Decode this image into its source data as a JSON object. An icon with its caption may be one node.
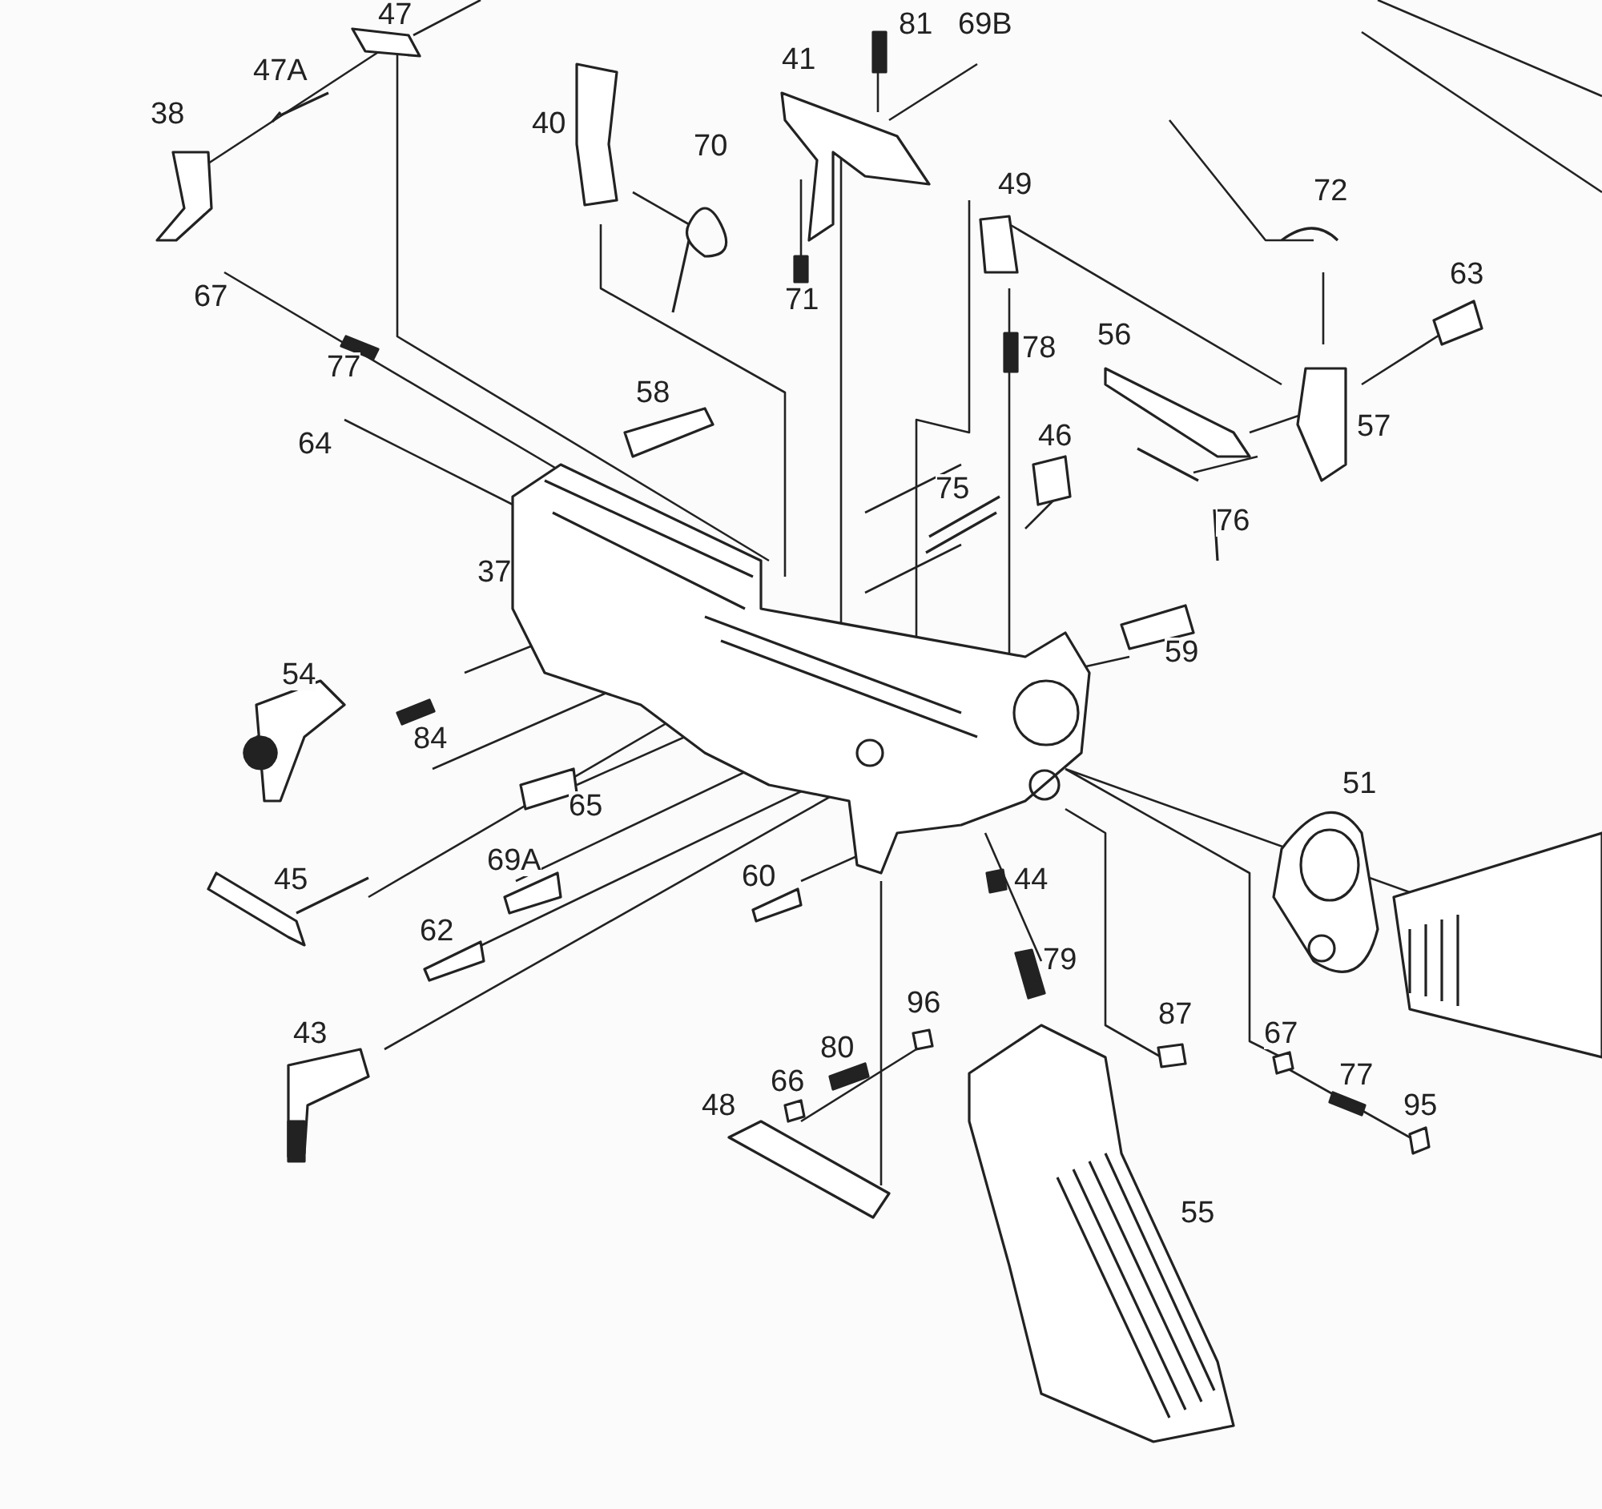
{
  "diagram": {
    "labels": [
      "47",
      "47A",
      "38",
      "40",
      "70",
      "41",
      "81",
      "69B",
      "49",
      "72",
      "67",
      "71",
      "78",
      "56",
      "63",
      "77",
      "57",
      "58",
      "64",
      "46",
      "75",
      "76",
      "37",
      "59",
      "54",
      "84",
      "51",
      "65",
      "45",
      "69A",
      "60",
      "44",
      "62",
      "79",
      "96",
      "43",
      "87",
      "67",
      "80",
      "66",
      "77",
      "48",
      "95",
      "55"
    ]
  }
}
